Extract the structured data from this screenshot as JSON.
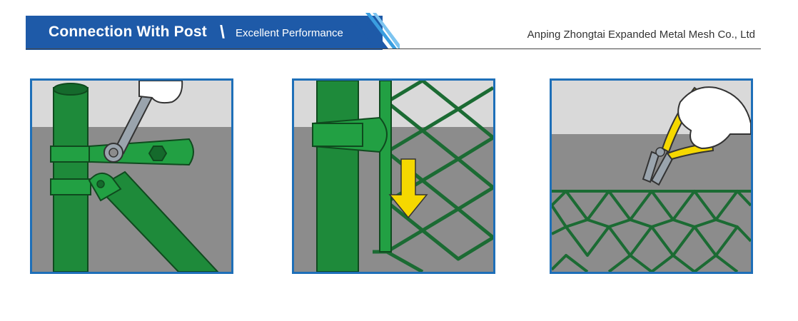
{
  "header": {
    "title": "Connection With Post",
    "separator": "\\",
    "subtitle": "Excellent Performance",
    "accent_color": "#1e5aa8"
  },
  "company": {
    "name": "Anping Zhongtai Expanded Metal Mesh Co., Ltd"
  },
  "panels": [
    {
      "icon": "wrench-icon"
    },
    {
      "icon": "down-arrow-icon"
    },
    {
      "icon": "pliers-icon"
    }
  ],
  "colors": {
    "post_green": "#1e8a3a",
    "mesh_green": "#1b6b33",
    "arrow_yellow": "#f5d800",
    "panel_border": "#1e6fb8"
  }
}
